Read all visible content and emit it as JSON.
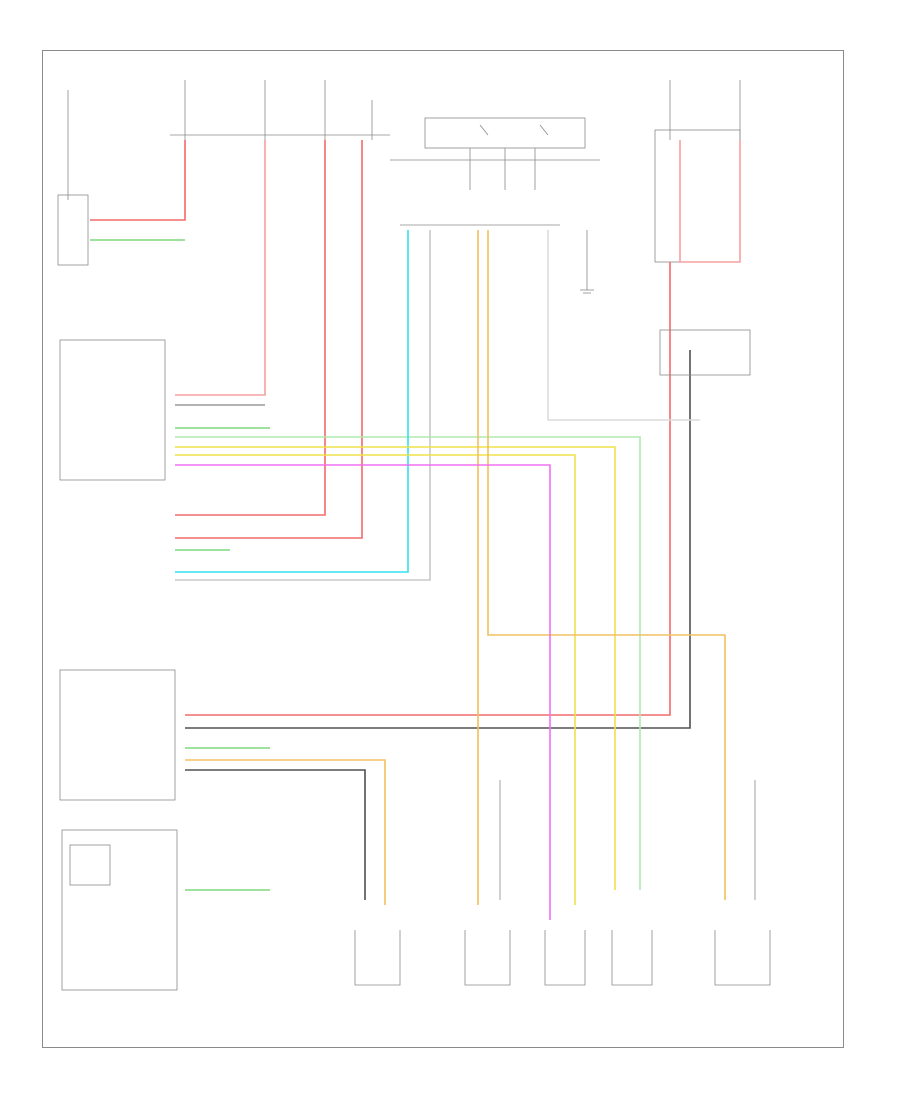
{
  "diagram": {
    "wire_colors": {
      "red": "#f26b6b",
      "green": "#7fd97f",
      "cyan": "#33e0f0",
      "yellow": "#f0e04a",
      "orange": "#f2c060",
      "magenta": "#f070f0",
      "pink": "#f5a0a0",
      "gray": "#9a9a9a",
      "dark": "#505050"
    },
    "components": [
      {
        "id": "seat-belt-switch-panel",
        "label": ""
      },
      {
        "id": "body-control-module",
        "label": ""
      },
      {
        "id": "passenger-presence-module",
        "label": ""
      },
      {
        "id": "instrument-panel-cluster",
        "label": ""
      },
      {
        "id": "door-lock-actuators",
        "label": ""
      }
    ],
    "footer_code": ""
  }
}
